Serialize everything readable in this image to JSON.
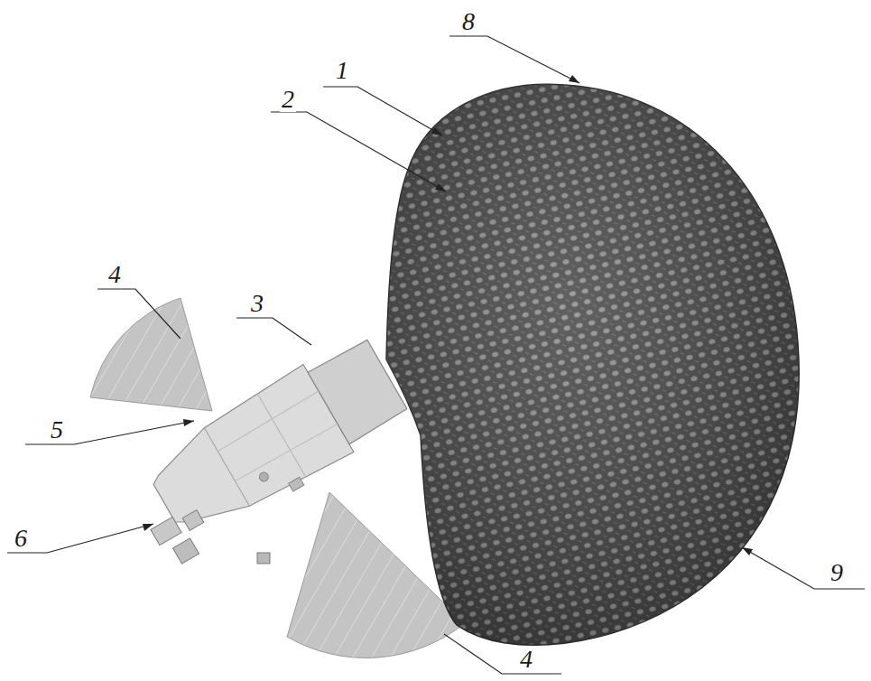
{
  "diagram": {
    "labels": [
      "8",
      "1",
      "2",
      "3",
      "4",
      "5",
      "6",
      "9",
      "4"
    ]
  }
}
